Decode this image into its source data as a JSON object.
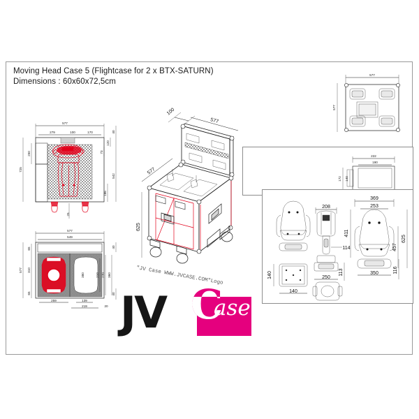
{
  "document": {
    "title_line1": "Moving Head Case 5 (Flightcase for 2 x BTX-SATURN)",
    "title_line2": "Dimensions : 60x60x72,5cm",
    "watermark_text": "\"JV Case WWW.JVCASE.COM\"Logo"
  },
  "brand": {
    "name_dark": "JV",
    "name_c": "C",
    "name_ase": "ase",
    "magenta": "#e5007e",
    "dark": "#161616"
  },
  "views": {
    "front_section": {
      "name": "front-section-view",
      "dims": {
        "overall_width": "577",
        "left_span": "279",
        "mid_span": "100",
        "right_span": "170",
        "top_right_40": "40",
        "right_120": "120",
        "left_250": "250",
        "overall_height": "725",
        "right_73": "73",
        "right_542": "542",
        "right_186": "186",
        "bottom_25": "25"
      }
    },
    "top_section": {
      "name": "top-section-view",
      "dims": {
        "overall_width": "577",
        "inner_width": "549",
        "right_40_top": "40",
        "right_40_bottom": "40",
        "left_65_top": "65",
        "left_310": "310",
        "left_65_bottom": "65",
        "overall_height": "577",
        "bottom_259": "259",
        "bottom_139": "139",
        "bottom_219": "219",
        "bottom_20": "20",
        "inner_380": "380",
        "inner_210": "210",
        "inner_270": "270",
        "inner_360": "360"
      }
    },
    "isometric": {
      "name": "isometric-open-case-view",
      "dims": {
        "lid_depth": "100",
        "lid_width": "577",
        "case_depth": "577",
        "case_height": "625"
      }
    },
    "bottom_plan": {
      "name": "case-bottom-plan-view",
      "dims": {
        "width": "577",
        "height": "577"
      }
    },
    "caster_detail": {
      "name": "caster-detail-view",
      "dims": {
        "outer_width": "222",
        "inner_width": "190",
        "outer_height": "172",
        "inner_height": "140"
      }
    },
    "fixture": {
      "name": "moving-head-fixture-views",
      "dims": {
        "front_width": "369",
        "head_width": "253",
        "side_width": "208",
        "height_411": "411",
        "height_457": "457",
        "height_625": "625",
        "yoke_114": "114",
        "base_250": "250",
        "base_350": "350",
        "base_113": "113",
        "base_116": "116",
        "plate_140_v": "140",
        "plate_140_h": "140"
      }
    }
  }
}
